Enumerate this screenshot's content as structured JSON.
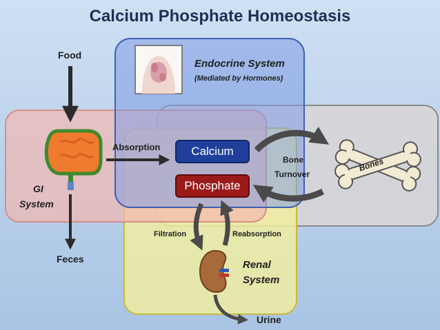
{
  "title": "Calcium Phosphate Homeostasis",
  "systems": {
    "endocrine": {
      "label": "Endocrine System",
      "sublabel": "(Mediated by Hormones)"
    },
    "gi": {
      "label_line1": "GI",
      "label_line2": "System"
    },
    "renal": {
      "label_line1": "Renal",
      "label_line2": "System"
    },
    "bone": {
      "label": "Bones"
    }
  },
  "nodes": {
    "calcium": "Calcium",
    "phosphate": "Phosphate"
  },
  "flows": {
    "food": "Food",
    "feces": "Feces",
    "absorption": "Absorption",
    "bone_turnover_line1": "Bone",
    "bone_turnover_line2": "Turnover",
    "filtration": "Filtration",
    "reabsorption": "Reabsorption",
    "urine": "Urine"
  },
  "colors": {
    "endocrine_fill": "#7f9de6",
    "gi_fill": "#f3b8b0",
    "renal_fill": "#f4ef9c",
    "bone_fill": "#d7d2cf",
    "calcium": "#1f3f9a",
    "phosphate": "#9b1b1b",
    "arrow": "#3a3a3a"
  }
}
